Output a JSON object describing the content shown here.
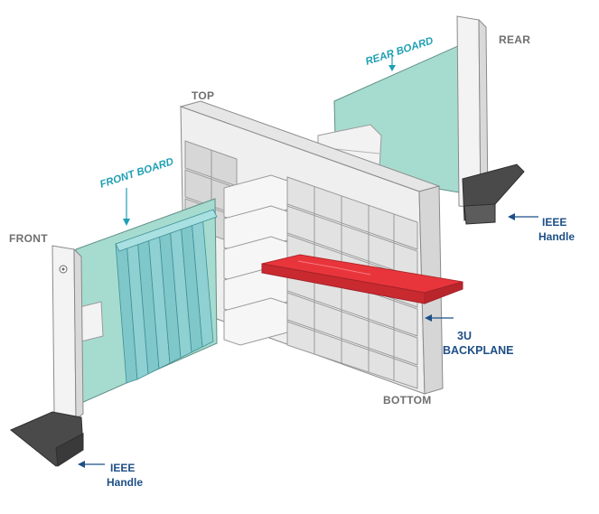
{
  "labels": {
    "front": "FRONT",
    "top": "TOP",
    "rear": "REAR",
    "bottom": "BOTTOM",
    "front_board": "FRONT BOARD",
    "rear_board": "REAR BOARD",
    "ieee_front_line1": "IEEE",
    "ieee_front_line2": "Handle",
    "ieee_rear_line1": "IEEE",
    "ieee_rear_line2": "Handle",
    "backplane_line1": "3U",
    "backplane_line2": "BACKPLANE"
  },
  "colors": {
    "board": "#a6dccf",
    "heatsink": "#7fc7c9",
    "backplane_edge": "#e8353b",
    "panel": "#ececec",
    "handle_dark": "#4a4a4a",
    "label_teal": "#1f9fb3",
    "label_navy": "#1e4f86",
    "label_gray": "#6f6f6f"
  }
}
